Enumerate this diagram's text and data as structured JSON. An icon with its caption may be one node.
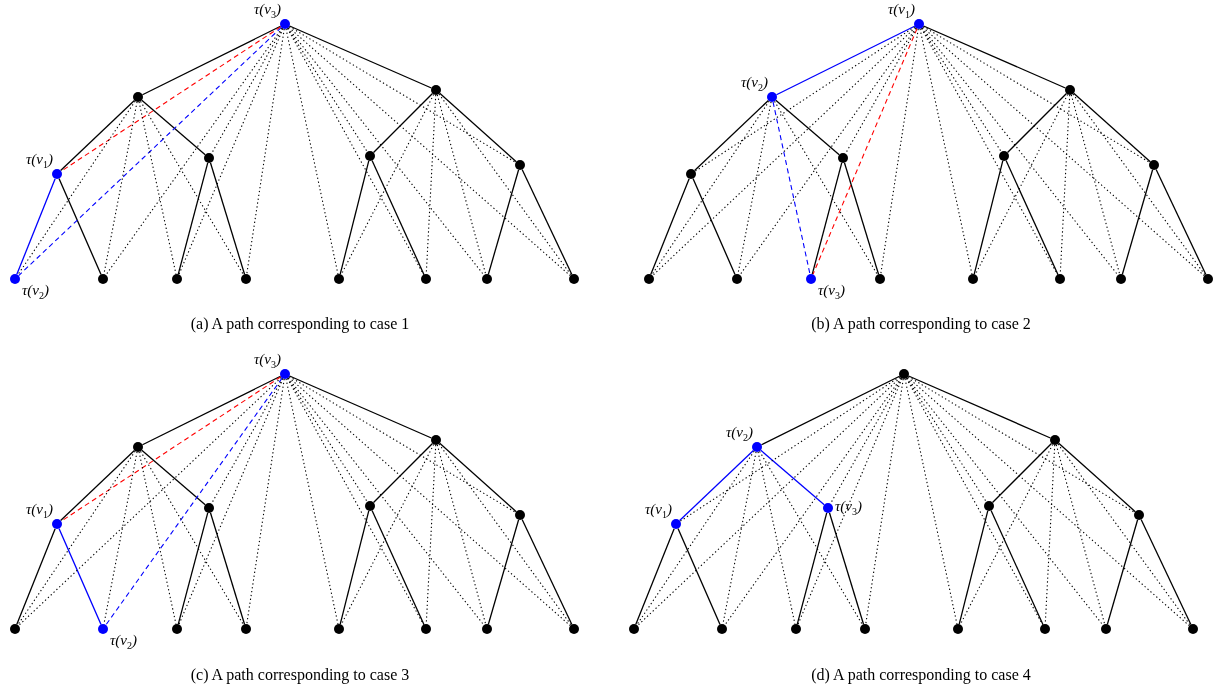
{
  "diagram": {
    "nodes": [
      {
        "text": [],
        "shape": "circle",
        "beside": [
          "τ(v$_{3}$)"
        ]
      },
      {
        "text": [],
        "shape": "circle"
      },
      {
        "text": [],
        "shape": "circle"
      },
      {
        "text": [],
        "shape": "circle",
        "beside": [
          "τ(v$_{1}$)"
        ]
      },
      {
        "text": [],
        "shape": "circle"
      },
      {
        "text": [],
        "shape": "circle"
      },
      {
        "text": [],
        "shape": "circle"
      },
      {
        "text": [],
        "shape": "circle",
        "beside": [
          "τ(v$_{2}$)"
        ]
      },
      {
        "text": [],
        "shape": "circle"
      },
      {
        "text": [],
        "shape": "circle"
      },
      {
        "text": [],
        "shape": "circle"
      },
      {
        "text": [],
        "shape": "circle"
      },
      {
        "text": [],
        "shape": "circle"
      },
      {
        "text": [],
        "shape": "circle"
      },
      {
        "text": [],
        "shape": "circle"
      },
      {
        "text": [],
        "shape": "circle",
        "beside": [
          "τ(v$_{1}$)"
        ]
      },
      {
        "text": [],
        "shape": "circle",
        "beside": [
          "τ(v$_{2}$)"
        ]
      },
      {
        "text": [],
        "shape": "circle"
      },
      {
        "text": [],
        "shape": "circle"
      },
      {
        "text": [],
        "shape": "circle"
      },
      {
        "text": [],
        "shape": "circle"
      },
      {
        "text": [],
        "shape": "circle"
      },
      {
        "text": [],
        "shape": "circle"
      },
      {
        "text": [],
        "shape": "circle"
      },
      {
        "text": [],
        "shape": "circle",
        "beside": [
          "τ(v$_{3}$)"
        ]
      },
      {
        "text": [],
        "shape": "circle"
      },
      {
        "text": [],
        "shape": "circle"
      },
      {
        "text": [],
        "shape": "circle"
      },
      {
        "text": [],
        "shape": "circle"
      },
      {
        "text": [],
        "shape": "circle"
      },
      {
        "text": [],
        "shape": "circle",
        "beside": [
          "τ(v$_{3}$)"
        ]
      },
      {
        "text": [],
        "shape": "circle"
      },
      {
        "text": [],
        "shape": "circle"
      },
      {
        "text": [],
        "shape": "circle",
        "beside": [
          "τ(v$_{1}$)"
        ]
      },
      {
        "text": [],
        "shape": "circle"
      },
      {
        "text": [],
        "shape": "circle"
      },
      {
        "text": [],
        "shape": "circle"
      },
      {
        "text": [],
        "shape": "circle"
      },
      {
        "text": [],
        "shape": "circle",
        "beside": [
          "τ(v$_{2}$)"
        ]
      },
      {
        "text": [],
        "shape": "circle"
      },
      {
        "text": [],
        "shape": "circle"
      },
      {
        "text": [],
        "shape": "circle"
      },
      {
        "text": [],
        "shape": "circle"
      },
      {
        "text": [],
        "shape": "circle"
      },
      {
        "text": [],
        "shape": "circle"
      },
      {
        "text": [],
        "shape": "circle"
      },
      {
        "text": [],
        "shape": "circle",
        "beside": [
          "τ(v$_{2}$)"
        ]
      },
      {
        "text": [],
        "shape": "circle"
      },
      {
        "text": [],
        "shape": "circle",
        "beside": [
          "τ(v$_{1}$)"
        ]
      },
      {
        "text": [],
        "shape": "circle",
        "beside": [
          "τ(v$_{3}$)"
        ]
      },
      {
        "text": [],
        "shape": "circle"
      },
      {
        "text": [],
        "shape": "circle"
      },
      {
        "text": [],
        "shape": "circle"
      },
      {
        "text": [],
        "shape": "circle"
      },
      {
        "text": [],
        "shape": "circle"
      },
      {
        "text": [],
        "shape": "circle"
      },
      {
        "text": [],
        "shape": "circle"
      },
      {
        "text": [],
        "shape": "circle"
      },
      {
        "text": [],
        "shape": "circle"
      },
      {
        "text": [],
        "shape": "circle"
      }
    ],
    "edges": [
      {
        "from": 0,
        "to": 1,
        "arrow": "none"
      },
      {
        "from": 0,
        "to": 2,
        "arrow": "none"
      },
      {
        "from": 1,
        "to": 3,
        "arrow": "none"
      },
      {
        "from": 1,
        "to": 4,
        "arrow": "none"
      },
      {
        "from": 2,
        "to": 5,
        "arrow": "none"
      },
      {
        "from": 2,
        "to": 6,
        "arrow": "none"
      },
      {
        "from": 3,
        "to": 7,
        "arrow": "none",
        "color": "#0000ff"
      },
      {
        "from": 3,
        "to": 8,
        "arrow": "none"
      },
      {
        "from": 4,
        "to": 9,
        "arrow": "none"
      },
      {
        "from": 4,
        "to": 10,
        "arrow": "none"
      },
      {
        "from": 5,
        "to": 11,
        "arrow": "none"
      },
      {
        "from": 5,
        "to": 12,
        "arrow": "none"
      },
      {
        "from": 6,
        "to": 13,
        "arrow": "none"
      },
      {
        "from": 6,
        "to": 14,
        "arrow": "none"
      },
      {
        "from": 0,
        "to": 3,
        "arrow": "none",
        "style": "dashed",
        "color": "#ff0000"
      },
      {
        "from": 0,
        "to": 4,
        "arrow": "none",
        "style": "dashed"
      },
      {
        "from": 0,
        "to": 5,
        "arrow": "none",
        "style": "dashed"
      },
      {
        "from": 0,
        "to": 6,
        "arrow": "none",
        "style": "dashed"
      },
      {
        "from": 0,
        "to": 7,
        "arrow": "none",
        "style": "dashed",
        "color": "#0000ff"
      },
      {
        "from": 0,
        "to": 8,
        "arrow": "none",
        "style": "dashed"
      },
      {
        "from": 0,
        "to": 9,
        "arrow": "none",
        "style": "dashed"
      },
      {
        "from": 0,
        "to": 10,
        "arrow": "none",
        "style": "dashed"
      },
      {
        "from": 0,
        "to": 11,
        "arrow": "none",
        "style": "dashed"
      },
      {
        "from": 0,
        "to": 12,
        "arrow": "none",
        "style": "dashed"
      },
      {
        "from": 0,
        "to": 13,
        "arrow": "none",
        "style": "dashed"
      },
      {
        "from": 0,
        "to": 14,
        "arrow": "none",
        "style": "dashed"
      },
      {
        "from": 1,
        "to": 7,
        "arrow": "none",
        "style": "dashed"
      },
      {
        "from": 1,
        "to": 8,
        "arrow": "none",
        "style": "dashed"
      },
      {
        "from": 1,
        "to": 9,
        "arrow": "none",
        "style": "dashed"
      },
      {
        "from": 1,
        "to": 10,
        "arrow": "none",
        "style": "dashed"
      },
      {
        "from": 2,
        "to": 11,
        "arrow": "none",
        "style": "dashed"
      },
      {
        "from": 2,
        "to": 12,
        "arrow": "none",
        "style": "dashed"
      },
      {
        "from": 2,
        "to": 13,
        "arrow": "none",
        "style": "dashed"
      },
      {
        "from": 2,
        "to": 14,
        "arrow": "none",
        "style": "dashed"
      },
      {
        "from": 15,
        "to": 16,
        "arrow": "none",
        "color": "#0000ff"
      },
      {
        "from": 15,
        "to": 17,
        "arrow": "none"
      },
      {
        "from": 16,
        "to": 18,
        "arrow": "none"
      },
      {
        "from": 16,
        "to": 19,
        "arrow": "none"
      },
      {
        "from": 17,
        "to": 20,
        "arrow": "none"
      },
      {
        "from": 17,
        "to": 21,
        "arrow": "none"
      },
      {
        "from": 18,
        "to": 22,
        "arrow": "none"
      },
      {
        "from": 18,
        "to": 23,
        "arrow": "none"
      },
      {
        "from": 19,
        "to": 24,
        "arrow": "none"
      },
      {
        "from": 19,
        "to": 25,
        "arrow": "none"
      },
      {
        "from": 20,
        "to": 26,
        "arrow": "none"
      },
      {
        "from": 20,
        "to": 27,
        "arrow": "none"
      },
      {
        "from": 21,
        "to": 28,
        "arrow": "none"
      },
      {
        "from": 21,
        "to": 29,
        "arrow": "none"
      },
      {
        "from": 15,
        "to": 18,
        "arrow": "none",
        "style": "dashed"
      },
      {
        "from": 15,
        "to": 19,
        "arrow": "none",
        "style": "dashed"
      },
      {
        "from": 15,
        "to": 20,
        "arrow": "none",
        "style": "dashed"
      },
      {
        "from": 15,
        "to": 21,
        "arrow": "none",
        "style": "dashed"
      },
      {
        "from": 15,
        "to": 22,
        "arrow": "none",
        "style": "dashed"
      },
      {
        "from": 15,
        "to": 23,
        "arrow": "none",
        "style": "dashed"
      },
      {
        "from": 15,
        "to": 24,
        "arrow": "none",
        "style": "dashed",
        "color": "#ff0000"
      },
      {
        "from": 15,
        "to": 25,
        "arrow": "none",
        "style": "dashed"
      },
      {
        "from": 15,
        "to": 26,
        "arrow": "none",
        "style": "dashed"
      },
      {
        "from": 15,
        "to": 27,
        "arrow": "none",
        "style": "dashed"
      },
      {
        "from": 15,
        "to": 28,
        "arrow": "none",
        "style": "dashed"
      },
      {
        "from": 15,
        "to": 29,
        "arrow": "none",
        "style": "dashed"
      },
      {
        "from": 16,
        "to": 22,
        "arrow": "none",
        "style": "dashed"
      },
      {
        "from": 16,
        "to": 23,
        "arrow": "none",
        "style": "dashed"
      },
      {
        "from": 16,
        "to": 24,
        "arrow": "none",
        "style": "dashed",
        "color": "#0000ff"
      },
      {
        "from": 16,
        "to": 25,
        "arrow": "none",
        "style": "dashed"
      },
      {
        "from": 17,
        "to": 26,
        "arrow": "none",
        "style": "dashed"
      },
      {
        "from": 17,
        "to": 27,
        "arrow": "none",
        "style": "dashed"
      },
      {
        "from": 17,
        "to": 28,
        "arrow": "none",
        "style": "dashed"
      },
      {
        "from": 17,
        "to": 29,
        "arrow": "none",
        "style": "dashed"
      },
      {
        "from": 30,
        "to": 31,
        "arrow": "none"
      },
      {
        "from": 30,
        "to": 32,
        "arrow": "none"
      },
      {
        "from": 31,
        "to": 33,
        "arrow": "none"
      },
      {
        "from": 31,
        "to": 34,
        "arrow": "none"
      },
      {
        "from": 32,
        "to": 35,
        "arrow": "none"
      },
      {
        "from": 32,
        "to": 36,
        "arrow": "none"
      },
      {
        "from": 33,
        "to": 37,
        "arrow": "none"
      },
      {
        "from": 33,
        "to": 38,
        "arrow": "none",
        "color": "#0000ff"
      },
      {
        "from": 34,
        "to": 39,
        "arrow": "none"
      },
      {
        "from": 34,
        "to": 40,
        "arrow": "none"
      },
      {
        "from": 35,
        "to": 41,
        "arrow": "none"
      },
      {
        "from": 35,
        "to": 42,
        "arrow": "none"
      },
      {
        "from": 36,
        "to": 43,
        "arrow": "none"
      },
      {
        "from": 36,
        "to": 44,
        "arrow": "none"
      },
      {
        "from": 30,
        "to": 33,
        "arrow": "none",
        "style": "dashed",
        "color": "#ff0000"
      },
      {
        "from": 30,
        "to": 34,
        "arrow": "none",
        "style": "dashed"
      },
      {
        "from": 30,
        "to": 35,
        "arrow": "none",
        "style": "dashed"
      },
      {
        "from": 30,
        "to": 36,
        "arrow": "none",
        "style": "dashed"
      },
      {
        "from": 30,
        "to": 37,
        "arrow": "none",
        "style": "dashed"
      },
      {
        "from": 30,
        "to": 38,
        "arrow": "none",
        "style": "dashed",
        "color": "#0000ff"
      },
      {
        "from": 30,
        "to": 39,
        "arrow": "none",
        "style": "dashed"
      },
      {
        "from": 30,
        "to": 40,
        "arrow": "none",
        "style": "dashed"
      },
      {
        "from": 30,
        "to": 41,
        "arrow": "none",
        "style": "dashed"
      },
      {
        "from": 30,
        "to": 42,
        "arrow": "none",
        "style": "dashed"
      },
      {
        "from": 30,
        "to": 43,
        "arrow": "none",
        "style": "dashed"
      },
      {
        "from": 30,
        "to": 44,
        "arrow": "none",
        "style": "dashed"
      },
      {
        "from": 31,
        "to": 37,
        "arrow": "none",
        "style": "dashed"
      },
      {
        "from": 31,
        "to": 38,
        "arrow": "none",
        "style": "dashed"
      },
      {
        "from": 31,
        "to": 39,
        "arrow": "none",
        "style": "dashed"
      },
      {
        "from": 31,
        "to": 40,
        "arrow": "none",
        "style": "dashed"
      },
      {
        "from": 32,
        "to": 41,
        "arrow": "none",
        "style": "dashed"
      },
      {
        "from": 32,
        "to": 42,
        "arrow": "none",
        "style": "dashed"
      },
      {
        "from": 32,
        "to": 43,
        "arrow": "none",
        "style": "dashed"
      },
      {
        "from": 32,
        "to": 44,
        "arrow": "none",
        "style": "dashed"
      },
      {
        "from": 45,
        "to": 46,
        "arrow": "none"
      },
      {
        "from": 45,
        "to": 47,
        "arrow": "none"
      },
      {
        "from": 46,
        "to": 48,
        "arrow": "none",
        "color": "#0000ff"
      },
      {
        "from": 46,
        "to": 49,
        "arrow": "none",
        "color": "#0000ff"
      },
      {
        "from": 47,
        "to": 50,
        "arrow": "none"
      },
      {
        "from": 47,
        "to": 51,
        "arrow": "none"
      },
      {
        "from": 48,
        "to": 52,
        "arrow": "none"
      },
      {
        "from": 48,
        "to": 53,
        "arrow": "none"
      },
      {
        "from": 49,
        "to": 54,
        "arrow": "none"
      },
      {
        "from": 49,
        "to": 55,
        "arrow": "none"
      },
      {
        "from": 50,
        "to": 56,
        "arrow": "none"
      },
      {
        "from": 50,
        "to": 57,
        "arrow": "none"
      },
      {
        "from": 51,
        "to": 58,
        "arrow": "none"
      },
      {
        "from": 51,
        "to": 59,
        "arrow": "none"
      },
      {
        "from": 45,
        "to": 48,
        "arrow": "none",
        "style": "dashed"
      },
      {
        "from": 45,
        "to": 49,
        "arrow": "none",
        "style": "dashed"
      },
      {
        "from": 45,
        "to": 50,
        "arrow": "none",
        "style": "dashed"
      },
      {
        "from": 45,
        "to": 51,
        "arrow": "none",
        "style": "dashed"
      },
      {
        "from": 45,
        "to": 52,
        "arrow": "none",
        "style": "dashed"
      },
      {
        "from": 45,
        "to": 53,
        "arrow": "none",
        "style": "dashed"
      },
      {
        "from": 45,
        "to": 54,
        "arrow": "none",
        "style": "dashed"
      },
      {
        "from": 45,
        "to": 55,
        "arrow": "none",
        "style": "dashed"
      },
      {
        "from": 45,
        "to": 56,
        "arrow": "none",
        "style": "dashed"
      },
      {
        "from": 45,
        "to": 57,
        "arrow": "none",
        "style": "dashed"
      },
      {
        "from": 45,
        "to": 58,
        "arrow": "none",
        "style": "dashed"
      },
      {
        "from": 45,
        "to": 59,
        "arrow": "none",
        "style": "dashed"
      },
      {
        "from": 46,
        "to": 52,
        "arrow": "none",
        "style": "dashed"
      },
      {
        "from": 46,
        "to": 53,
        "arrow": "none",
        "style": "dashed"
      },
      {
        "from": 46,
        "to": 54,
        "arrow": "none",
        "style": "dashed"
      },
      {
        "from": 46,
        "to": 55,
        "arrow": "none",
        "style": "dashed"
      },
      {
        "from": 47,
        "to": 56,
        "arrow": "none",
        "style": "dashed"
      },
      {
        "from": 47,
        "to": 57,
        "arrow": "none",
        "style": "dashed"
      },
      {
        "from": 47,
        "to": 58,
        "arrow": "none",
        "style": "dashed"
      },
      {
        "from": 47,
        "to": 59,
        "arrow": "none",
        "style": "dashed"
      }
    ],
    "labels": [
      "(a) A path corresponding to case 1",
      "(b) A path corresponding to case 2",
      "(c) A path corresponding to case 3",
      "(d) A path corresponding to case 4"
    ]
  }
}
